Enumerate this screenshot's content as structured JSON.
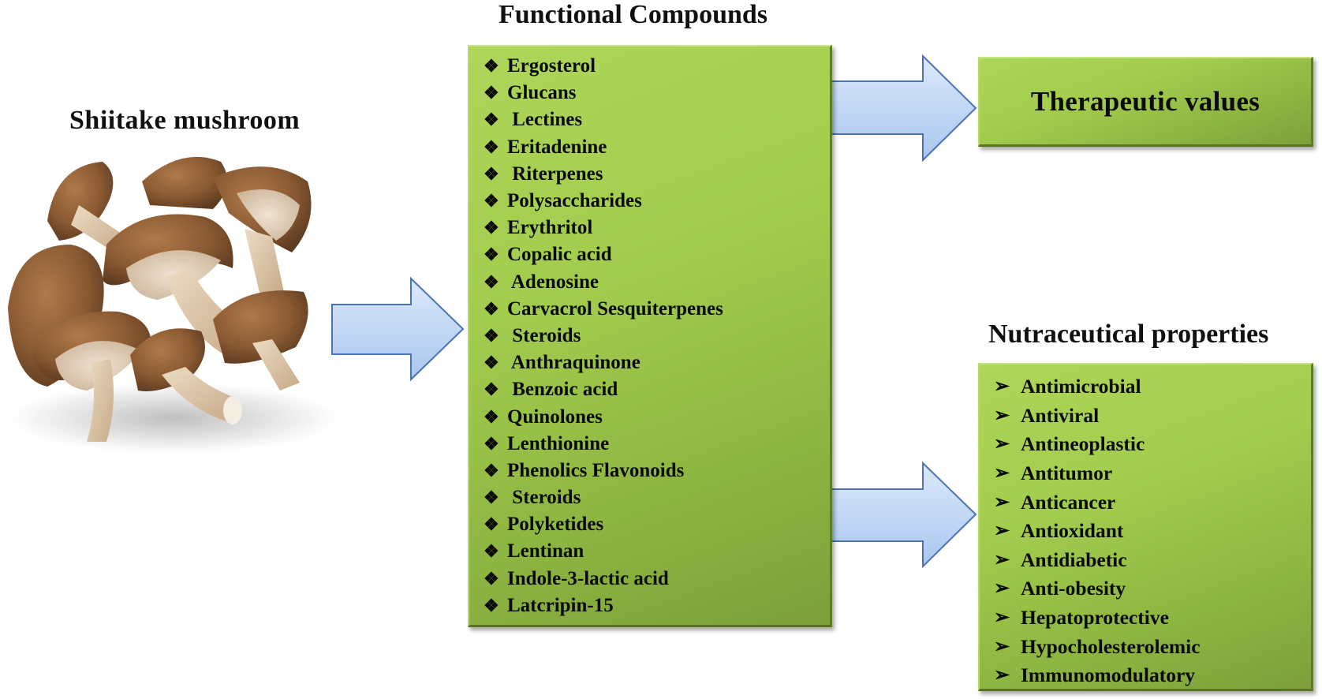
{
  "source": {
    "title": "Shiitake mushroom",
    "image": "shiitake-mushroom-cluster-photo"
  },
  "compounds": {
    "title": "Functional Compounds",
    "bullet_icon": "diamond-four-bullet",
    "bullet_glyph": "❖",
    "items": [
      "Ergosterol",
      "Glucans",
      " Lectines",
      "Eritadenine",
      " Riterpenes",
      "Polysaccharides",
      "Erythritol",
      "Copalic acid",
      " Adenosine",
      "Carvacrol Sesquiterpenes",
      " Steroids",
      " Anthraquinone",
      " Benzoic acid",
      "Quinolones",
      "Lenthionine",
      "Phenolics Flavonoids",
      " Steroids",
      "Polyketides",
      "Lentinan",
      "Indole-3-lactic acid",
      "Latcripin-15"
    ]
  },
  "therapeutic": {
    "label": "Therapeutic values"
  },
  "nutraceutical": {
    "title": "Nutraceutical properties",
    "bullet_icon": "arrowhead-bullet",
    "bullet_glyph": "➢",
    "items": [
      "Antimicrobial",
      "Antiviral",
      "Antineoplastic",
      "Antitumor",
      "Anticancer",
      "Antioxidant",
      "Antidiabetic",
      "Anti-obesity",
      "Hepatoprotective",
      "Hypocholesterolemic",
      "Immunomodulatory"
    ]
  },
  "colors": {
    "box_green": "#a2cc4e",
    "box_green_dark": "#7e9f3a",
    "arrow_fill_light": "#dce9fb",
    "arrow_fill_dark": "#a9c6ef",
    "arrow_stroke": "#4a74b5",
    "text": "#0b0b0b"
  }
}
